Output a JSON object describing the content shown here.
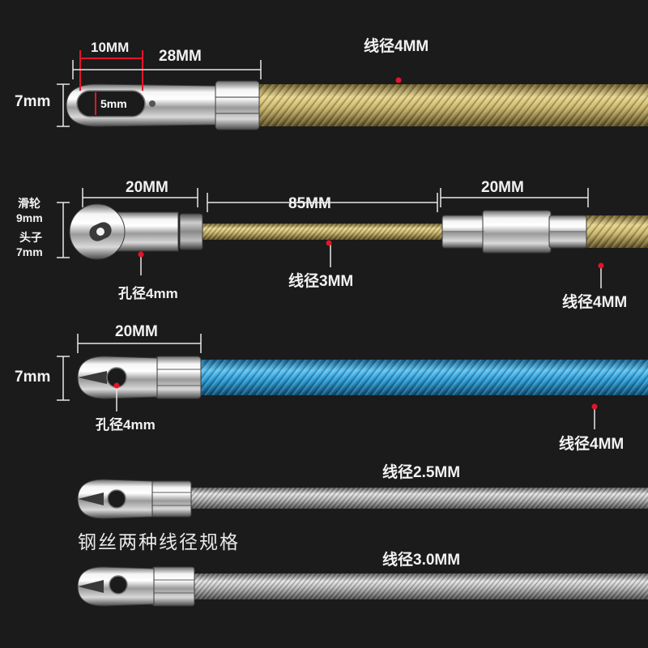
{
  "colors": {
    "background": "#1b1b1b",
    "gold_cable": "#c9b56a",
    "blue_cable": "#2e9fd8",
    "steel_cable": "#b8b8b8",
    "marker_dot": "#e3152a",
    "dimension_line": "#e8e8e8",
    "red_highlight": "#e3152a"
  },
  "row1": {
    "width_label": "10MM",
    "length_label": "28MM",
    "height_label": "7mm",
    "hole_label": "5mm",
    "cable_label": "线径4MM"
  },
  "row2": {
    "head_length_label": "20MM",
    "gap_label": "85MM",
    "connector_label": "20MM",
    "pulley_label_a": "滑轮",
    "pulley_label_b": "9mm",
    "head_label_a": "头子",
    "head_label_b": "7mm",
    "hole_label": "孔径4mm",
    "thin_cable_label": "线径3MM",
    "thick_cable_label": "线径4MM"
  },
  "row3": {
    "head_length_label": "20MM",
    "height_label": "7mm",
    "hole_label": "孔径4mm",
    "cable_label": "线径4MM"
  },
  "row4": {
    "cable_label": "线径2.5MM"
  },
  "row5": {
    "cable_label": "线径3.0MM"
  },
  "caption": "钢丝两种线径规格",
  "icons": [
    "eyelet-tip-icon",
    "pulley-tip-icon",
    "bullet-tip-icon",
    "hex-ferrule-icon"
  ]
}
